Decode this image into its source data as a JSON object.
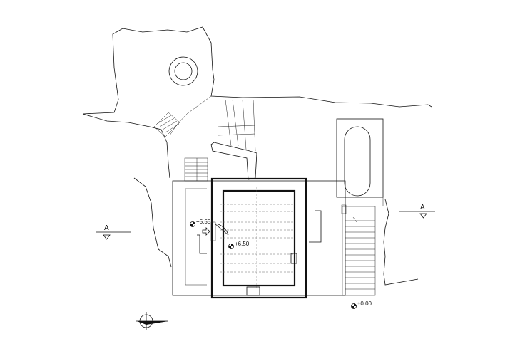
{
  "section_marks": [
    {
      "id": "left",
      "label": "A"
    },
    {
      "id": "right",
      "label": "A"
    }
  ],
  "level_marks": [
    {
      "id": "entrance",
      "label": "+5.55"
    },
    {
      "id": "hall",
      "label": "+6.50"
    },
    {
      "id": "ground",
      "label": "±0.00"
    }
  ],
  "icons": {
    "north_arrow": "north-arrow-icon",
    "entry_arrow": "entry-arrow-icon",
    "level_marker": "level-marker-icon"
  }
}
